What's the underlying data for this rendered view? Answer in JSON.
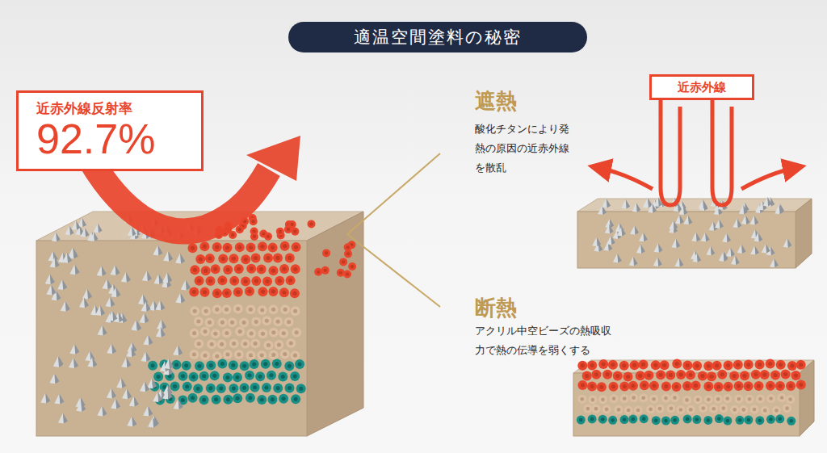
{
  "diagram": {
    "title": "適温空間塗料の秘密",
    "nodes": [
      {
        "text": [
          "近赤外線反射率",
          "92.7%"
        ]
      },
      {
        "text": [
          "近赤外線"
        ]
      }
    ],
    "labels": [
      "遮熱",
      "酸化チタンにより発 熱の原因の近赤外線 を散乱",
      "断熱",
      "アクリル中空ビーズの熱吸収 力で熱の伝導を弱くする"
    ]
  }
}
